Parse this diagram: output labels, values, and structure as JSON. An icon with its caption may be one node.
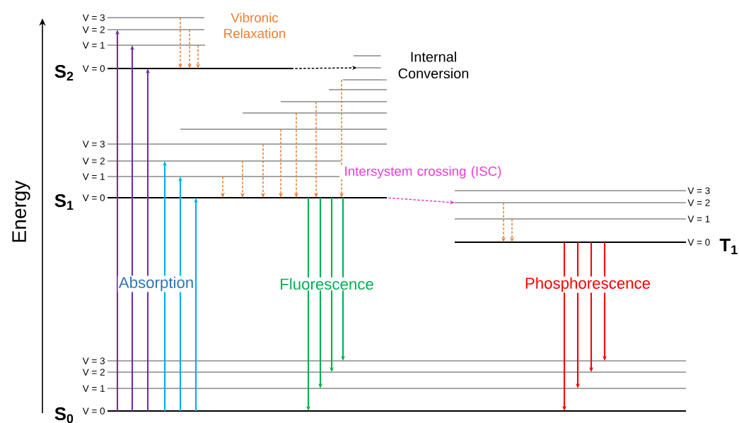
{
  "diagram": {
    "nodes": [
      {
        "text": [
          "V = 3"
        ]
      },
      {
        "text": [
          "V = 2"
        ]
      },
      {
        "text": [
          "V = 1"
        ]
      },
      {
        "text": [
          "V = 0"
        ],
        "beside": [
          "S$_{2}$"
        ]
      },
      {
        "text": [],
        "shape": "bar"
      },
      {
        "text": [],
        "shape": "bar"
      },
      {
        "text": [],
        "shape": "bar"
      },
      {
        "text": [],
        "shape": "bar"
      },
      {
        "text": [],
        "shape": "bar"
      },
      {
        "text": [],
        "shape": "bar"
      },
      {
        "text": [],
        "shape": "bar"
      },
      {
        "text": [
          "V = 3"
        ]
      },
      {
        "text": [
          "V = 2"
        ]
      },
      {
        "text": [
          "V = 1"
        ]
      },
      {
        "text": [
          "V = 0"
        ],
        "beside": [
          "S$_{1}$"
        ]
      },
      {
        "text": [
          "V = 3"
        ]
      },
      {
        "text": [
          "V = 2"
        ]
      },
      {
        "text": [
          "V = 1"
        ]
      },
      {
        "text": [
          "V = 0"
        ],
        "beside": [
          "T$_{1}$"
        ]
      },
      {
        "text": [
          "V = 3"
        ]
      },
      {
        "text": [
          "V = 2"
        ]
      },
      {
        "text": [
          "V = 1"
        ]
      },
      {
        "text": [
          "V = 0"
        ],
        "beside": [
          "S$_{0}$"
        ]
      }
    ],
    "edges": [
      {
        "from": 22,
        "to": 1,
        "arrow": "to",
        "color": "#7030a0"
      },
      {
        "from": 22,
        "to": 2,
        "arrow": "to",
        "color": "#7030a0"
      },
      {
        "from": 22,
        "to": 3,
        "arrow": "to",
        "color": "#7030a0"
      },
      {
        "from": 22,
        "to": 12,
        "arrow": "to",
        "color": "#00b0f0"
      },
      {
        "from": 22,
        "to": 13,
        "arrow": "to",
        "color": "#00b0f0"
      },
      {
        "from": 22,
        "to": 14,
        "arrow": "to",
        "color": "#00b0f0"
      },
      {
        "from": 0,
        "to": 3,
        "arrow": "to",
        "style": "dashed",
        "color": "#ed7d31"
      },
      {
        "from": 1,
        "to": 3,
        "arrow": "to",
        "style": "dashed",
        "color": "#ed7d31"
      },
      {
        "from": 2,
        "to": 3,
        "arrow": "to",
        "style": "dashed",
        "color": "#ed7d31"
      },
      {
        "from": 3,
        "to": 5,
        "arrow": "to",
        "style": "dashed",
        "color": "#000000"
      },
      {
        "from": 13,
        "to": 14,
        "arrow": "to",
        "style": "dashed",
        "color": "#ed7d31"
      },
      {
        "from": 12,
        "to": 14,
        "arrow": "to",
        "style": "dashed",
        "color": "#ed7d31"
      },
      {
        "from": 11,
        "to": 14,
        "arrow": "to",
        "style": "dashed",
        "color": "#ed7d31"
      },
      {
        "from": 10,
        "to": 14,
        "arrow": "to",
        "style": "dashed",
        "color": "#ed7d31"
      },
      {
        "from": 9,
        "to": 14,
        "arrow": "to",
        "style": "dashed",
        "color": "#ed7d31"
      },
      {
        "from": 8,
        "to": 14,
        "arrow": "to",
        "style": "dashed",
        "color": "#ed7d31"
      },
      {
        "from": 6,
        "to": 14,
        "arrow": "to",
        "style": "dashed",
        "color": "#ed7d31"
      },
      {
        "from": 14,
        "to": 16,
        "arrow": "to",
        "style": "dashed",
        "color": "#ee3ad8"
      },
      {
        "from": 16,
        "to": 18,
        "arrow": "to",
        "style": "dashed",
        "color": "#ed7d31"
      },
      {
        "from": 17,
        "to": 18,
        "arrow": "to",
        "style": "dashed",
        "color": "#ed7d31"
      },
      {
        "from": 14,
        "to": 22,
        "arrow": "to",
        "color": "#00b050"
      },
      {
        "from": 14,
        "to": 21,
        "arrow": "to",
        "color": "#00b050"
      },
      {
        "from": 14,
        "to": 20,
        "arrow": "to",
        "color": "#00b050"
      },
      {
        "from": 14,
        "to": 19,
        "arrow": "to",
        "color": "#00b050"
      },
      {
        "from": 18,
        "to": 22,
        "arrow": "to",
        "color": "#ff0000"
      },
      {
        "from": 18,
        "to": 21,
        "arrow": "to",
        "color": "#ff0000"
      },
      {
        "from": 18,
        "to": 20,
        "arrow": "to",
        "color": "#ff0000"
      },
      {
        "from": 18,
        "to": 19,
        "arrow": "to",
        "color": "#ff0000"
      }
    ],
    "labels": [
      "Vibronic Relaxation",
      "Internal Conversion",
      "Intersystem crossing (ISC)",
      "Energy",
      "Absorption",
      "Fluorescence",
      "Phosphorescence"
    ]
  }
}
